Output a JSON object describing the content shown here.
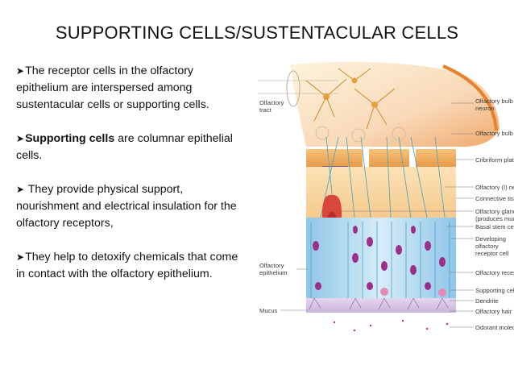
{
  "title": "SUPPORTING CELLS/SUSTENTACULAR CELLS",
  "bullets": [
    {
      "arrow": "➤",
      "pre": "The receptor cells in the olfactory epithelium are interspersed among sustentacular cells or supporting cells.",
      "bold": "",
      "post": ""
    },
    {
      "arrow": "➤",
      "pre": "",
      "bold": "Supporting cells",
      "post": " are columnar epithelial cells."
    },
    {
      "arrow": "➤",
      "pre": " They provide physical support, nourishment and electrical insulation for the olfactory receptors,",
      "bold": "",
      "post": ""
    },
    {
      "arrow": "➤",
      "pre": "They help to detoxify chemicals that come in contact with the olfactory epithelium.",
      "bold": "",
      "post": ""
    }
  ],
  "diagram": {
    "left_labels": {
      "olfactory_tract": [
        "Olfactory",
        "tract"
      ],
      "olfactory_epithelium": [
        "Olfactory",
        "epithelium"
      ],
      "mucus": "Mucus"
    },
    "right_labels": [
      [
        "Olfactory bulb",
        "neuron"
      ],
      [
        "Olfactory bulb"
      ],
      [
        "Cribriform plate"
      ],
      [
        "Olfactory (I) nerve"
      ],
      [
        "Connective tissue"
      ],
      [
        "Olfactory gland",
        "(produces mucus)"
      ],
      [
        "Basal stem cell"
      ],
      [
        "Developing",
        "olfactory",
        "receptor cell"
      ],
      [
        "Olfactory receptor"
      ],
      [
        "Supporting cell"
      ],
      [
        "Dendrite"
      ],
      [
        "Olfactory hair"
      ],
      [
        "Odorant molecule"
      ]
    ]
  }
}
